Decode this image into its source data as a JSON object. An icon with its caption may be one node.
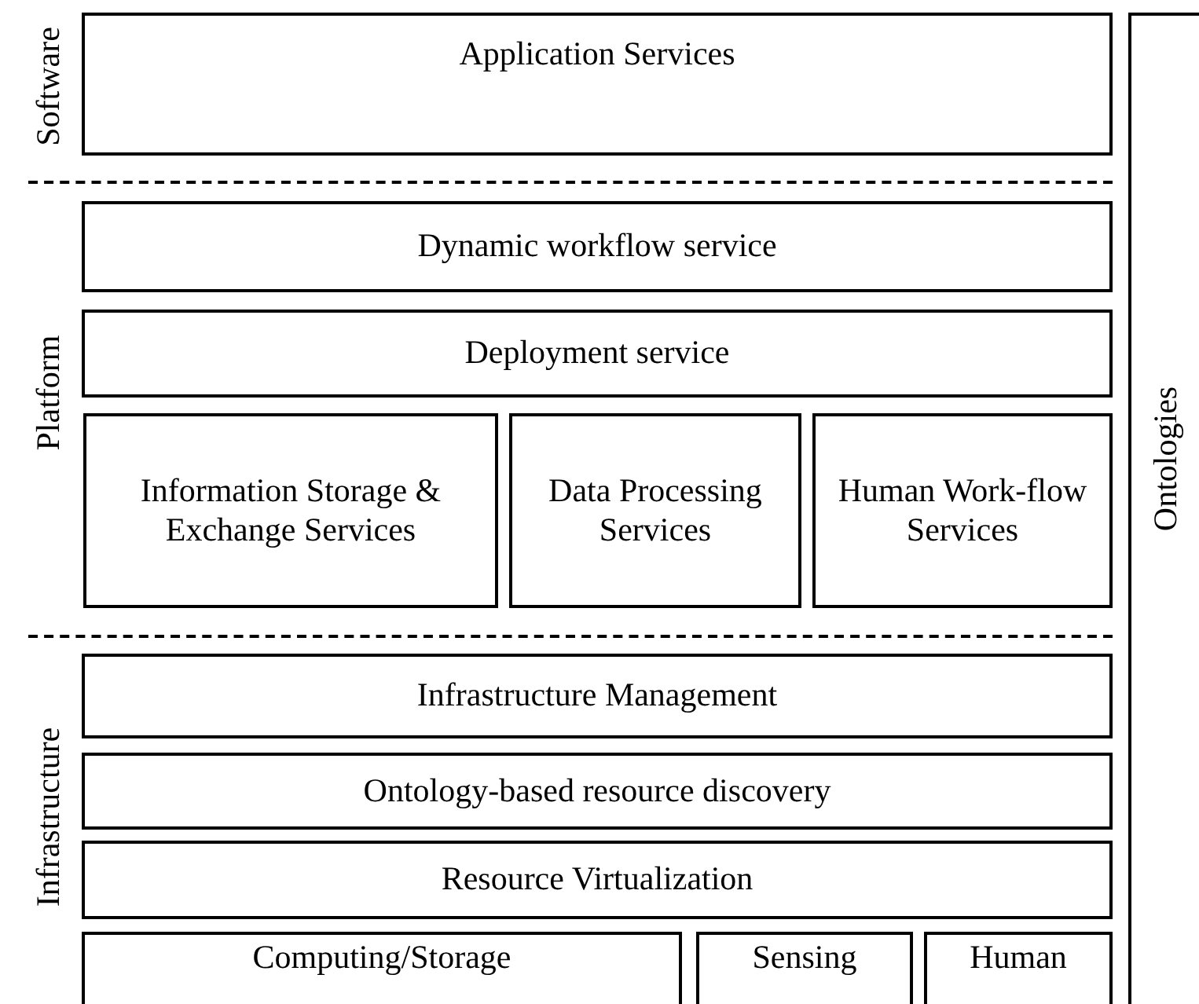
{
  "diagram": {
    "nodes": [
      {
        "text": [
          "Application Services"
        ]
      },
      {
        "text": [
          "Dynamic workflow service"
        ]
      },
      {
        "text": [
          "Deployment service"
        ]
      },
      {
        "text": [
          "Information Storage & Exchange Services"
        ]
      },
      {
        "text": [
          "Data Processing Services"
        ]
      },
      {
        "text": [
          "Human Work-flow Services"
        ]
      },
      {
        "text": [
          "Infrastructure Management"
        ]
      },
      {
        "text": [
          "Ontology-based resource discovery"
        ]
      },
      {
        "text": [
          "Resource Virtualization"
        ]
      },
      {
        "text": [
          "Computing/Storage"
        ]
      },
      {
        "text": [
          "Sensing"
        ]
      },
      {
        "text": [
          "Human"
        ]
      },
      {
        "text": [
          "Ontologies"
        ]
      }
    ],
    "labels": [
      "Software",
      "Platform",
      "Infrastructure"
    ]
  }
}
